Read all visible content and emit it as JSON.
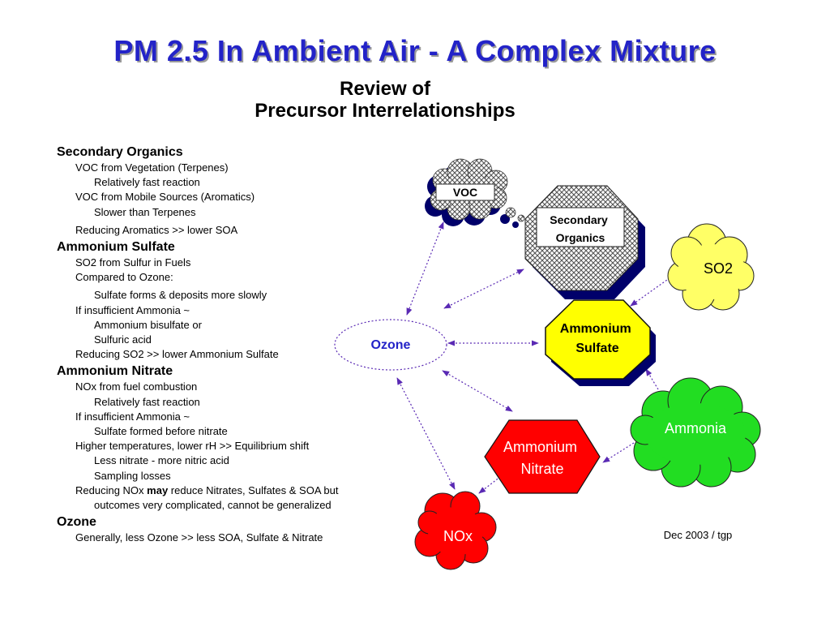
{
  "title": "PM 2.5 In Ambient Air - A Complex Mixture",
  "subtitle": [
    "Review of",
    "Precursor  Interrelationships"
  ],
  "sections": [
    {
      "heading": "Secondary Organics",
      "items": [
        {
          "level": 1,
          "text": "VOC from Vegetation (Terpenes)"
        },
        {
          "level": 2,
          "text": "Relatively fast reaction"
        },
        {
          "level": 1,
          "text": "VOC from Mobile Sources (Aromatics)"
        },
        {
          "level": 2,
          "text": "Slower than Terpenes"
        },
        {
          "level": 1,
          "text": "Reducing Aromatics >> lower SOA",
          "gap": true
        }
      ]
    },
    {
      "heading": "Ammonium Sulfate",
      "items": [
        {
          "level": 1,
          "text": "SO2 from Sulfur in Fuels"
        },
        {
          "level": 1,
          "text": "Compared to Ozone:"
        },
        {
          "level": 2,
          "text": "Sulfate forms & deposits  more slowly",
          "gap": true
        },
        {
          "level": 1,
          "text": "If insufficient Ammonia ~"
        },
        {
          "level": 2,
          "text": "Ammonium bisulfate or"
        },
        {
          "level": 2,
          "text": "Sulfuric acid"
        },
        {
          "level": 1,
          "text": "Reducing SO2 >> lower Ammonium Sulfate"
        }
      ]
    },
    {
      "heading": "Ammonium Nitrate",
      "items": [
        {
          "level": 1,
          "text": "NOx from fuel combustion"
        },
        {
          "level": 2,
          "text": "Relatively fast reaction"
        },
        {
          "level": 1,
          "text": "If insufficient Ammonia ~"
        },
        {
          "level": 2,
          "text": "Sulfate formed before nitrate"
        },
        {
          "level": 1,
          "text": "Higher temperatures, lower rH >> Equilibrium shift"
        },
        {
          "level": 2,
          "text": "Less nitrate - more nitric acid"
        },
        {
          "level": 2,
          "text": "Sampling losses"
        },
        {
          "level": 1,
          "text": "Reducing NOx ",
          "bold": "may",
          "after": " reduce Nitrates, Sulfates & SOA but"
        },
        {
          "level": 2,
          "text": "outcomes very complicated, cannot be generalized"
        }
      ]
    },
    {
      "heading": "Ozone",
      "items": [
        {
          "level": 1,
          "text": "Generally, less Ozone >> less SOA, Sulfate & Nitrate"
        }
      ]
    }
  ],
  "nodes": {
    "voc": "VOC",
    "secondary_organics": [
      "Secondary",
      "Organics"
    ],
    "so2": "SO2",
    "ammonium_sulfate": [
      "Ammonium",
      "Sulfate"
    ],
    "ozone": "Ozone",
    "ammonia": "Ammonia",
    "ammonium_nitrate": [
      "Ammonium",
      "Nitrate"
    ],
    "nox": "NOx"
  },
  "colors": {
    "title": "#2323c8",
    "ozone_text": "#2323c8",
    "arrow": "#5a2ab4",
    "nox_fill": "#ff0000",
    "nitrate_fill": "#ff0000",
    "sulfate_fill": "#ffff00",
    "so2_fill": "#ffff66",
    "ammonia_fill": "#22dd22",
    "shadow": "#00006a"
  },
  "footer": "Dec 2003 / tgp"
}
